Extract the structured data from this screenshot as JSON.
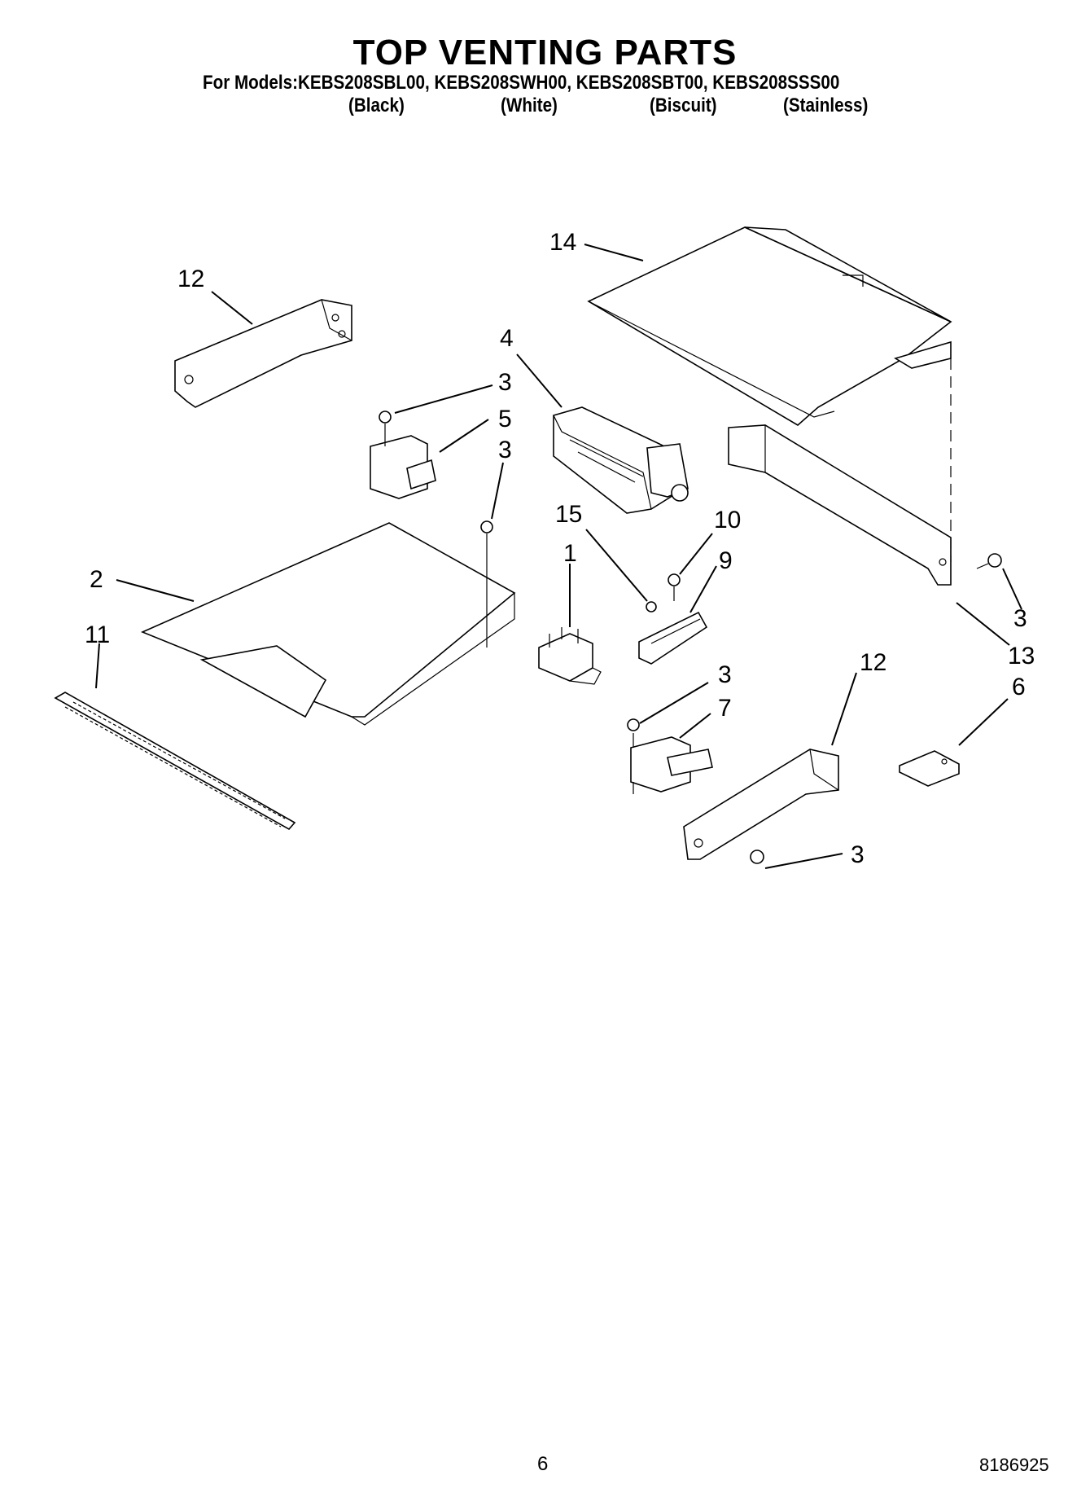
{
  "header": {
    "title": "TOP VENTING PARTS",
    "models_line": "For Models:KEBS208SBL00, KEBS208SWH00, KEBS208SBT00, KEBS208SSS00",
    "finishes": [
      "(Black)",
      "(White)",
      "(Biscuit)",
      "(Stainless)"
    ]
  },
  "callouts": {
    "c14": "14",
    "c12a": "12",
    "c4": "4",
    "c3a": "3",
    "c5": "5",
    "c3b": "3",
    "c15": "15",
    "c10": "10",
    "c9": "9",
    "c1": "1",
    "c2": "2",
    "c11": "11",
    "c3c": "3",
    "c13": "13",
    "c6": "6",
    "c12b": "12",
    "c3d": "3",
    "c7": "7",
    "c3e": "3"
  },
  "footer": {
    "page_number": "6",
    "document_number": "8186925"
  }
}
